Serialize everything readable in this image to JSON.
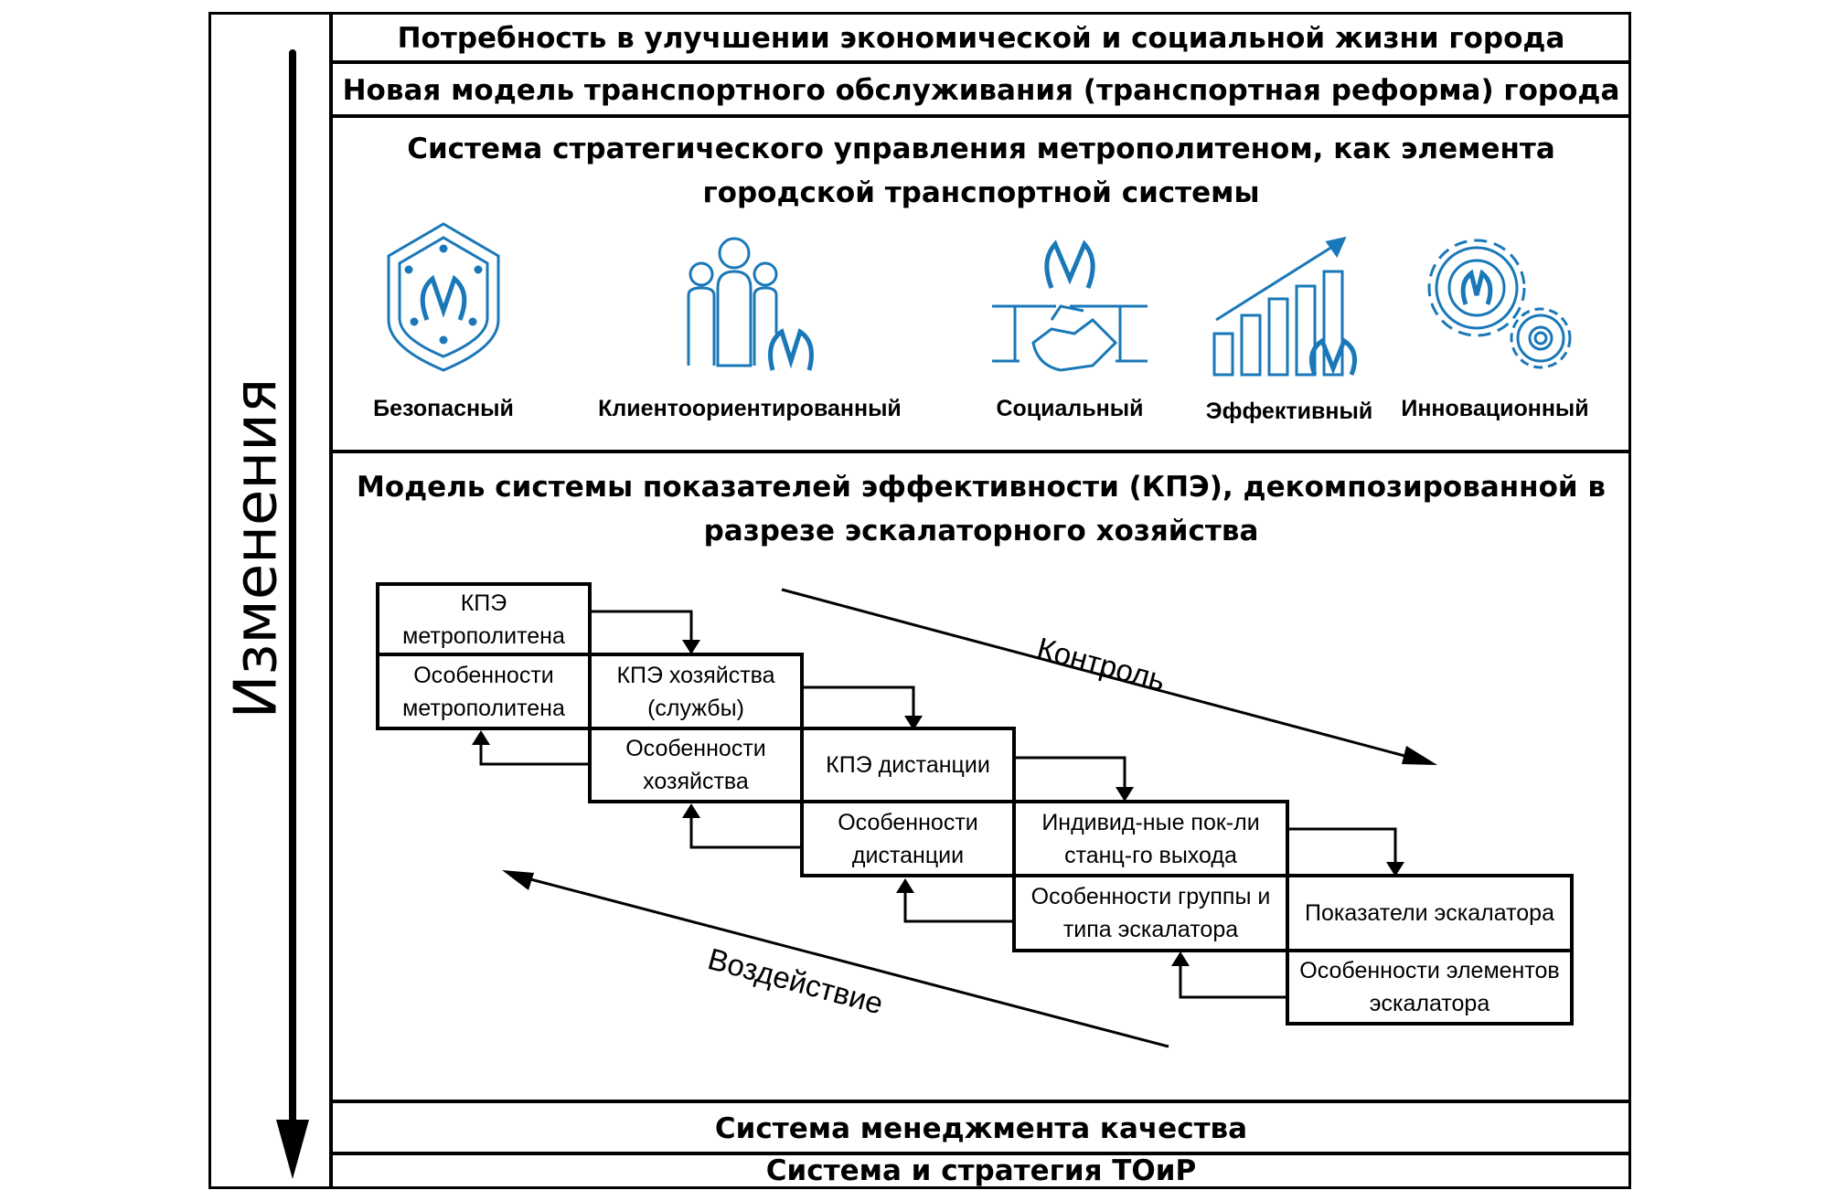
{
  "side": {
    "label": "Изменения"
  },
  "bands": {
    "need": "Потребность в улучшении экономической и социальной жизни города",
    "new_model": "Новая модель транспортного обслуживания (транспортная реформа) города",
    "qms": "Система менеджмента качества",
    "toir": "Система и стратегия ТОиР"
  },
  "strategy": {
    "title_line1": "Система стратегического управления метрополитеном, как элемента",
    "title_line2": "городской транспортной системы",
    "icons": [
      {
        "icon": "shield-metro-icon",
        "label": "Безопасный"
      },
      {
        "icon": "people-metro-icon",
        "label": "Клиентоориентированный"
      },
      {
        "icon": "handshake-metro-icon",
        "label": "Социальный"
      },
      {
        "icon": "growth-chart-metro-icon",
        "label": "Эффективный"
      },
      {
        "icon": "gears-metro-icon",
        "label": "Инновационный"
      }
    ],
    "icon_color": "#1a78b8"
  },
  "kpi": {
    "title_line1": "Модель системы показателей эффективности (КПЭ), декомпозированной в",
    "title_line2": "разрезе эскалаторного хозяйства",
    "control_label": "Контроль",
    "impact_label": "Воздействие",
    "steps": [
      {
        "top": "КПЭ метрополитена",
        "bottom": "Особенности метрополитена"
      },
      {
        "top": "КПЭ хозяйства (службы)",
        "bottom": "Особенности хозяйства"
      },
      {
        "top": "КПЭ дистанции",
        "bottom": "Особенности дистанции"
      },
      {
        "top": "Индивид-ные пок-ли станц-го выхода",
        "bottom": "Особенности группы и типа эскалатора"
      },
      {
        "top": "Показатели эскалатора",
        "bottom": "Особенности элементов эскалатора"
      }
    ]
  }
}
